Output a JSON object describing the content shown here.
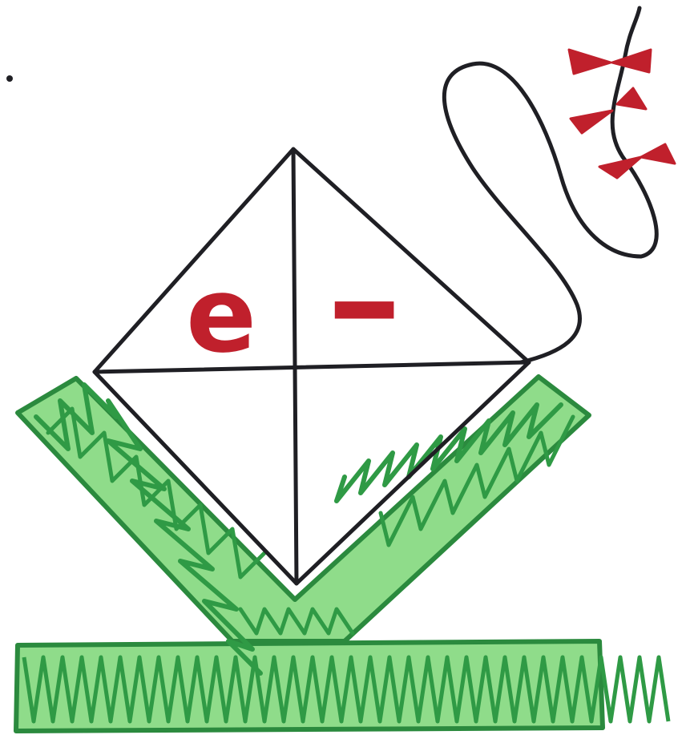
{
  "labels": {
    "electron": "e",
    "charge": "-"
  },
  "colors": {
    "background": "#ffffff",
    "ink": "#1f1f24",
    "red": "#c0202c",
    "green_fill": "#8fdc8a",
    "green_stroke": "#2f9a45",
    "green_outline": "#2b8a3e"
  },
  "icons": {
    "arrow_icon": "hand-drawn-arrow-with-fletching",
    "kite_icon": "diamond-with-cross"
  }
}
